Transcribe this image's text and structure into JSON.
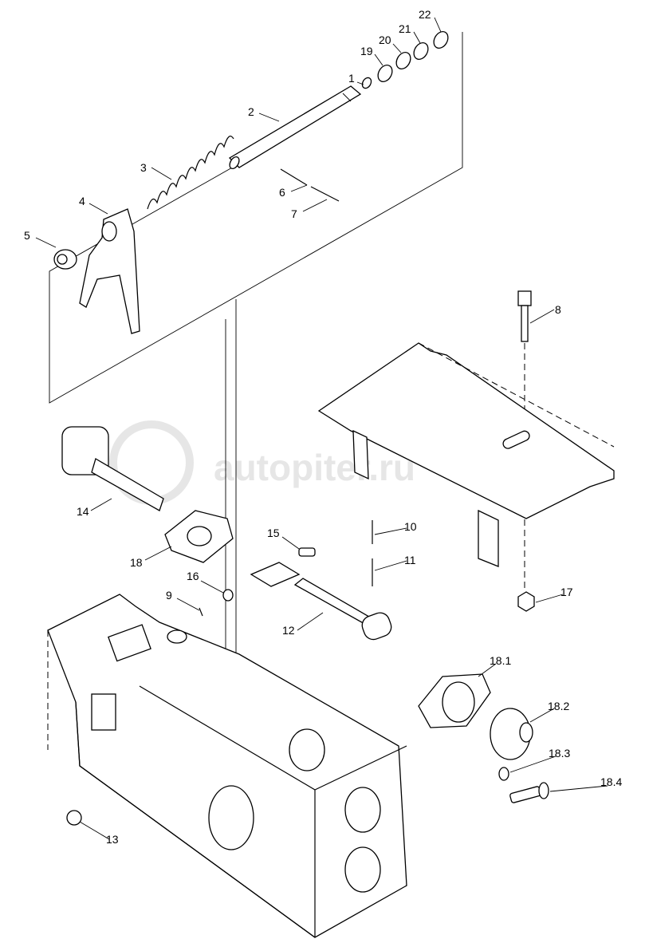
{
  "watermark": "autopiter.ru",
  "callouts": {
    "p1": "1",
    "p2": "2",
    "p3": "3",
    "p4": "4",
    "p5": "5",
    "p6": "6",
    "p7": "7",
    "p8": "8",
    "p9": "9",
    "p10": "10",
    "p11": "11",
    "p12": "12",
    "p13": "13",
    "p14": "14",
    "p15": "15",
    "p16": "16",
    "p17": "17",
    "p18": "18",
    "p18_1": "18.1",
    "p18_2": "18.2",
    "p18_3": "18.3",
    "p18_4": "18.4",
    "p19": "19",
    "p20": "20",
    "p21": "21",
    "p22": "22"
  }
}
